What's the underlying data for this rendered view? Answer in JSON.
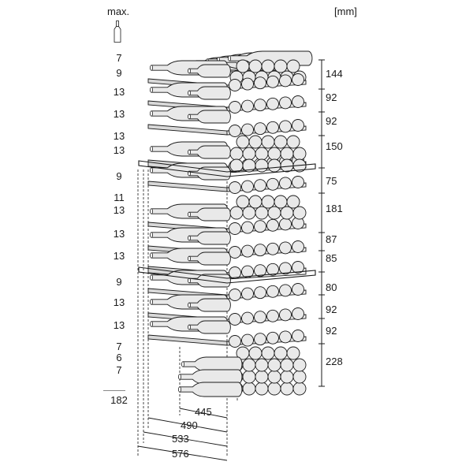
{
  "header": {
    "max_label": "max.",
    "unit_label": "[mm]"
  },
  "bottle_counts": [
    "7",
    "9",
    "13",
    "13",
    "13",
    "13",
    "9",
    "11",
    "13",
    "13",
    "13",
    "9",
    "13",
    "13",
    "7",
    "6",
    "7"
  ],
  "total_count": "182",
  "shelf_heights": [
    "144",
    "92",
    "92",
    "150",
    "75",
    "181",
    "87",
    "85",
    "80",
    "92",
    "92",
    "228"
  ],
  "depth_dimensions": [
    "445",
    "490",
    "533",
    "576"
  ],
  "colors": {
    "stroke": "#1a1a1a",
    "bottle_fill": "#e9e9e9",
    "shelf_fill": "#d8d8d8",
    "background": "#ffffff"
  }
}
